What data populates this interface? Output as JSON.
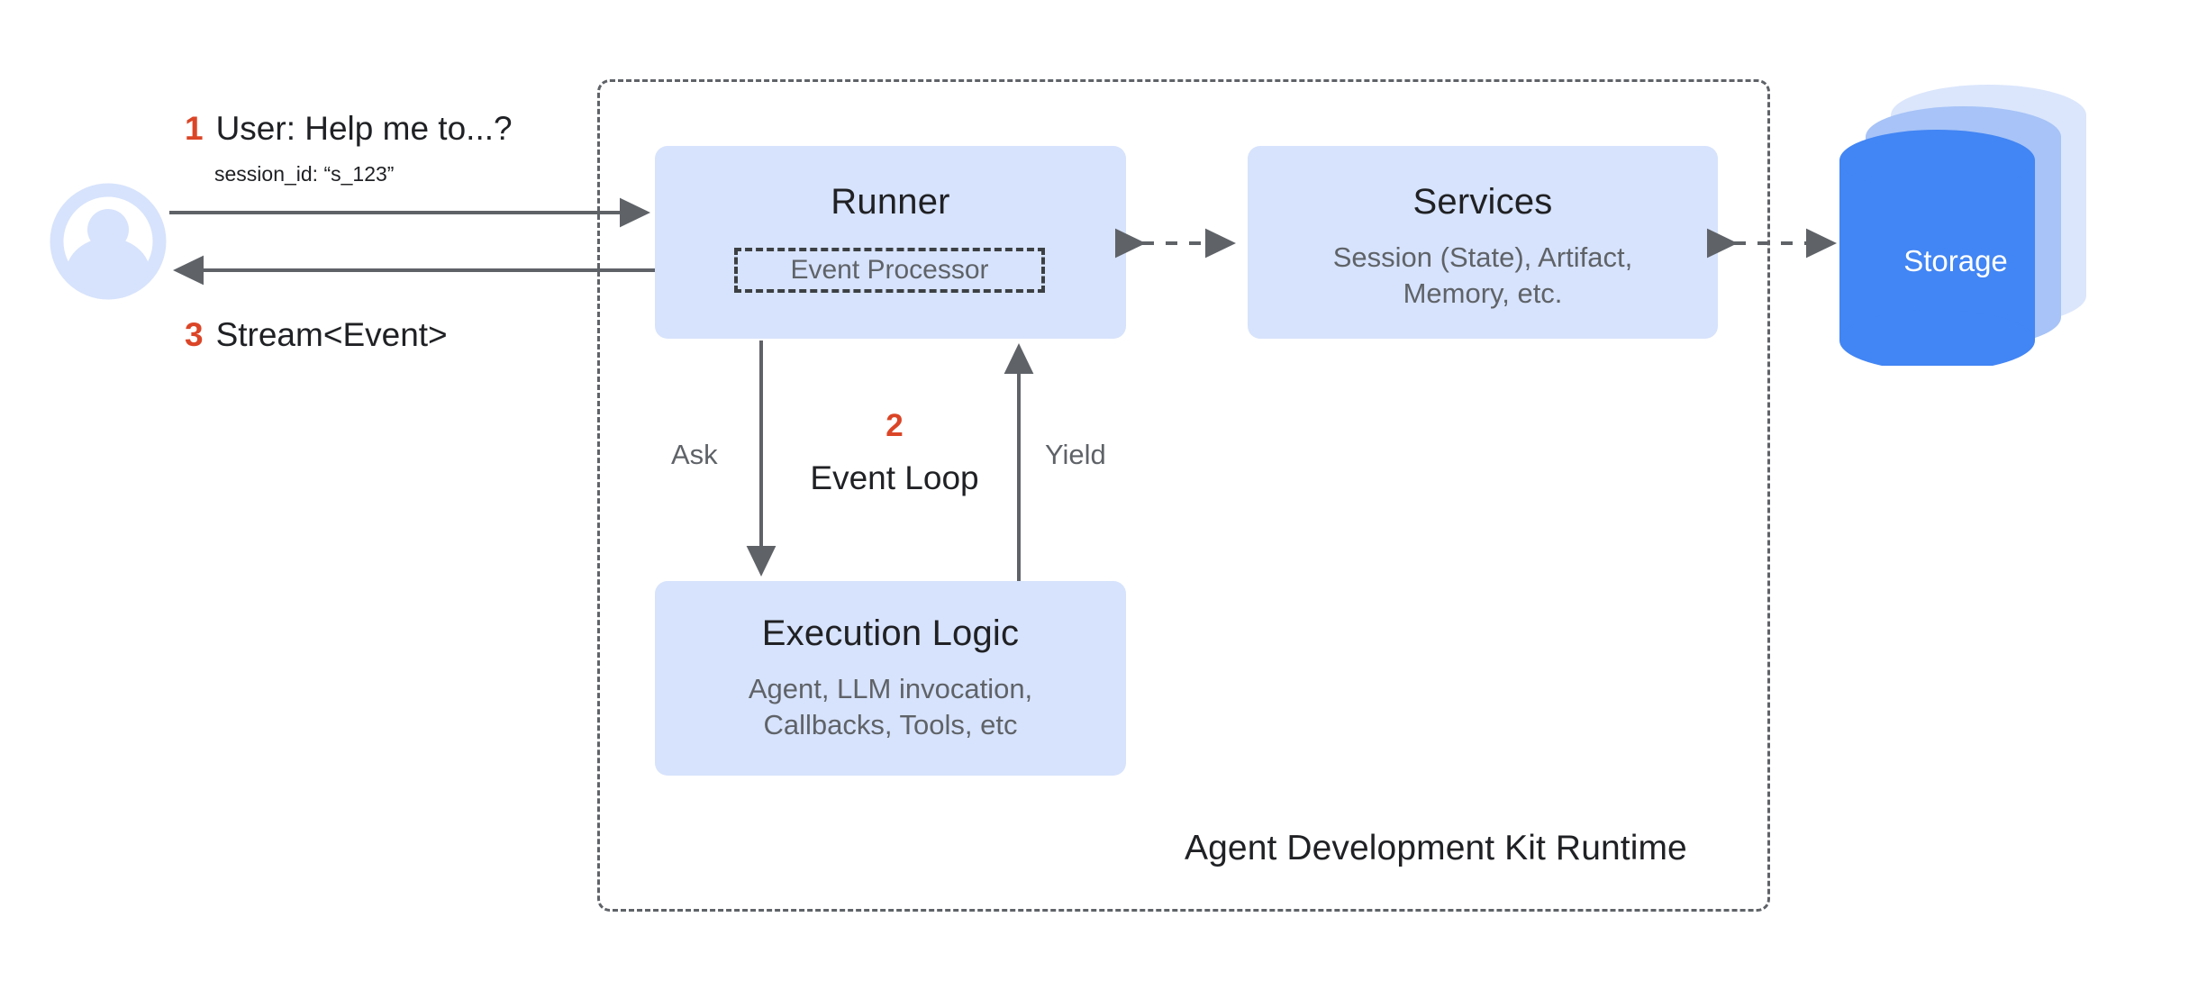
{
  "diagram": {
    "container_label": "Agent Development Kit Runtime",
    "actor": {
      "icon": "user-avatar-icon",
      "inbound_message": {
        "number": "1",
        "text": "User: Help me to...?",
        "detail": "session_id: “s_123”"
      },
      "outbound_message": {
        "number": "3",
        "text": "Stream<Event>"
      }
    },
    "nodes": {
      "runner": {
        "title": "Runner",
        "inner": {
          "label": "Event Processor"
        }
      },
      "services": {
        "title": "Services",
        "subtitle_line1": "Session (State), Artifact,",
        "subtitle_line2": "Memory, etc."
      },
      "execution_logic": {
        "title": "Execution Logic",
        "subtitle_line1": "Agent, LLM invocation,",
        "subtitle_line2": "Callbacks, Tools, etc"
      },
      "storage": {
        "label": "Storage"
      }
    },
    "event_loop": {
      "number": "2",
      "label": "Event Loop",
      "ask_label": "Ask",
      "yield_label": "Yield"
    },
    "colors": {
      "box_fill": "#d7e3fc",
      "accent_number": "#db4527",
      "line": "#5f6368",
      "text_primary": "#202124",
      "text_secondary": "#5f6368",
      "storage_front": "#4285f4",
      "storage_mid": "#a7c3f7",
      "storage_back": "#dbe6fc",
      "avatar": "#d7e3fc"
    }
  }
}
